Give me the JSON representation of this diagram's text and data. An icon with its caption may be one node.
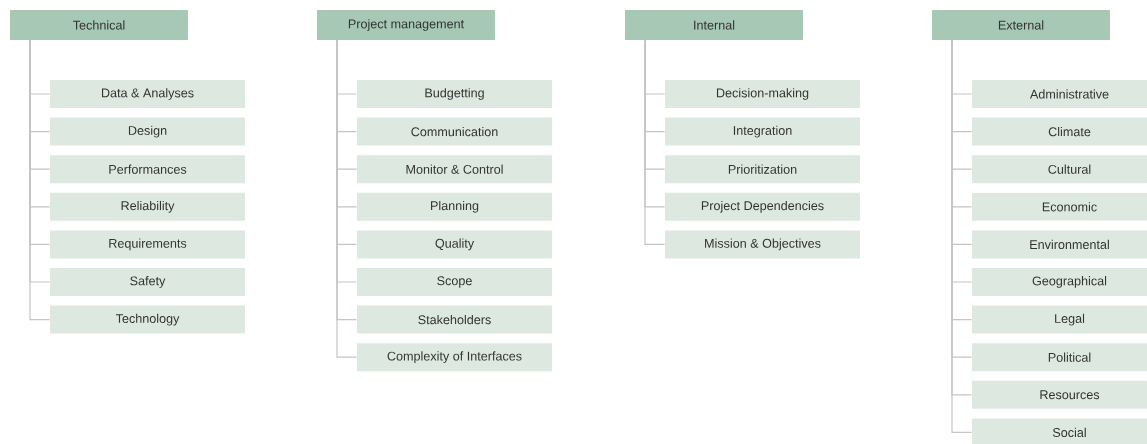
{
  "diagram": {
    "nodes": [
      {
        "text": [
          "Technical"
        ]
      },
      {
        "text": [
          "Data & Analyses"
        ]
      },
      {
        "text": [
          "Design"
        ]
      },
      {
        "text": [
          "Performances"
        ]
      },
      {
        "text": [
          "Reliability"
        ]
      },
      {
        "text": [
          "Requirements"
        ]
      },
      {
        "text": [
          "Safety"
        ]
      },
      {
        "text": [
          "Technology"
        ]
      },
      {
        "text": [
          "Project management"
        ]
      },
      {
        "text": [
          "Budgetting"
        ]
      },
      {
        "text": [
          "Communication"
        ]
      },
      {
        "text": [
          "Monitor & Control"
        ]
      },
      {
        "text": [
          "Planning"
        ]
      },
      {
        "text": [
          "Quality"
        ]
      },
      {
        "text": [
          "Scope"
        ]
      },
      {
        "text": [
          "Stakeholders"
        ]
      },
      {
        "text": [
          "Complexity of Interfaces"
        ]
      },
      {
        "text": [
          "Internal"
        ]
      },
      {
        "text": [
          "Decision-making"
        ]
      },
      {
        "text": [
          "Integration"
        ]
      },
      {
        "text": [
          "Prioritization"
        ]
      },
      {
        "text": [
          "Project Dependencies"
        ]
      },
      {
        "text": [
          "Mission & Objectives"
        ]
      },
      {
        "text": [
          "External"
        ]
      },
      {
        "text": [
          "Administrative"
        ]
      },
      {
        "text": [
          "Climate"
        ]
      },
      {
        "text": [
          "Cultural"
        ]
      },
      {
        "text": [
          "Economic"
        ]
      },
      {
        "text": [
          "Environmental"
        ]
      },
      {
        "text": [
          "Geographical"
        ]
      },
      {
        "text": [
          "Legal"
        ]
      },
      {
        "text": [
          "Political"
        ]
      },
      {
        "text": [
          "Resources"
        ]
      },
      {
        "text": [
          "Social"
        ]
      }
    ],
    "edges": [
      {
        "from": 0,
        "to": 1,
        "arrow": "none"
      },
      {
        "from": 0,
        "to": 2,
        "arrow": "none"
      },
      {
        "from": 0,
        "to": 3,
        "arrow": "none"
      },
      {
        "from": 0,
        "to": 4,
        "arrow": "none"
      },
      {
        "from": 0,
        "to": 5,
        "arrow": "none"
      },
      {
        "from": 0,
        "to": 6,
        "arrow": "none"
      },
      {
        "from": 0,
        "to": 7,
        "arrow": "none"
      },
      {
        "from": 8,
        "to": 9,
        "arrow": "none"
      },
      {
        "from": 8,
        "to": 10,
        "arrow": "none"
      },
      {
        "from": 8,
        "to": 11,
        "arrow": "none"
      },
      {
        "from": 8,
        "to": 12,
        "arrow": "none"
      },
      {
        "from": 8,
        "to": 13,
        "arrow": "none"
      },
      {
        "from": 8,
        "to": 14,
        "arrow": "none"
      },
      {
        "from": 8,
        "to": 15,
        "arrow": "none"
      },
      {
        "from": 8,
        "to": 16,
        "arrow": "none"
      },
      {
        "from": 17,
        "to": 18,
        "arrow": "none"
      },
      {
        "from": 17,
        "to": 19,
        "arrow": "none"
      },
      {
        "from": 17,
        "to": 20,
        "arrow": "none"
      },
      {
        "from": 17,
        "to": 21,
        "arrow": "none"
      },
      {
        "from": 17,
        "to": 22,
        "arrow": "none"
      },
      {
        "from": 23,
        "to": 24,
        "arrow": "none"
      },
      {
        "from": 23,
        "to": 25,
        "arrow": "none"
      },
      {
        "from": 23,
        "to": 26,
        "arrow": "none"
      },
      {
        "from": 23,
        "to": 27,
        "arrow": "none"
      },
      {
        "from": 23,
        "to": 28,
        "arrow": "none"
      },
      {
        "from": 23,
        "to": 29,
        "arrow": "none"
      },
      {
        "from": 23,
        "to": 30,
        "arrow": "none"
      },
      {
        "from": 23,
        "to": 31,
        "arrow": "none"
      },
      {
        "from": 23,
        "to": 32,
        "arrow": "none"
      },
      {
        "from": 23,
        "to": 33,
        "arrow": "none"
      }
    ]
  }
}
